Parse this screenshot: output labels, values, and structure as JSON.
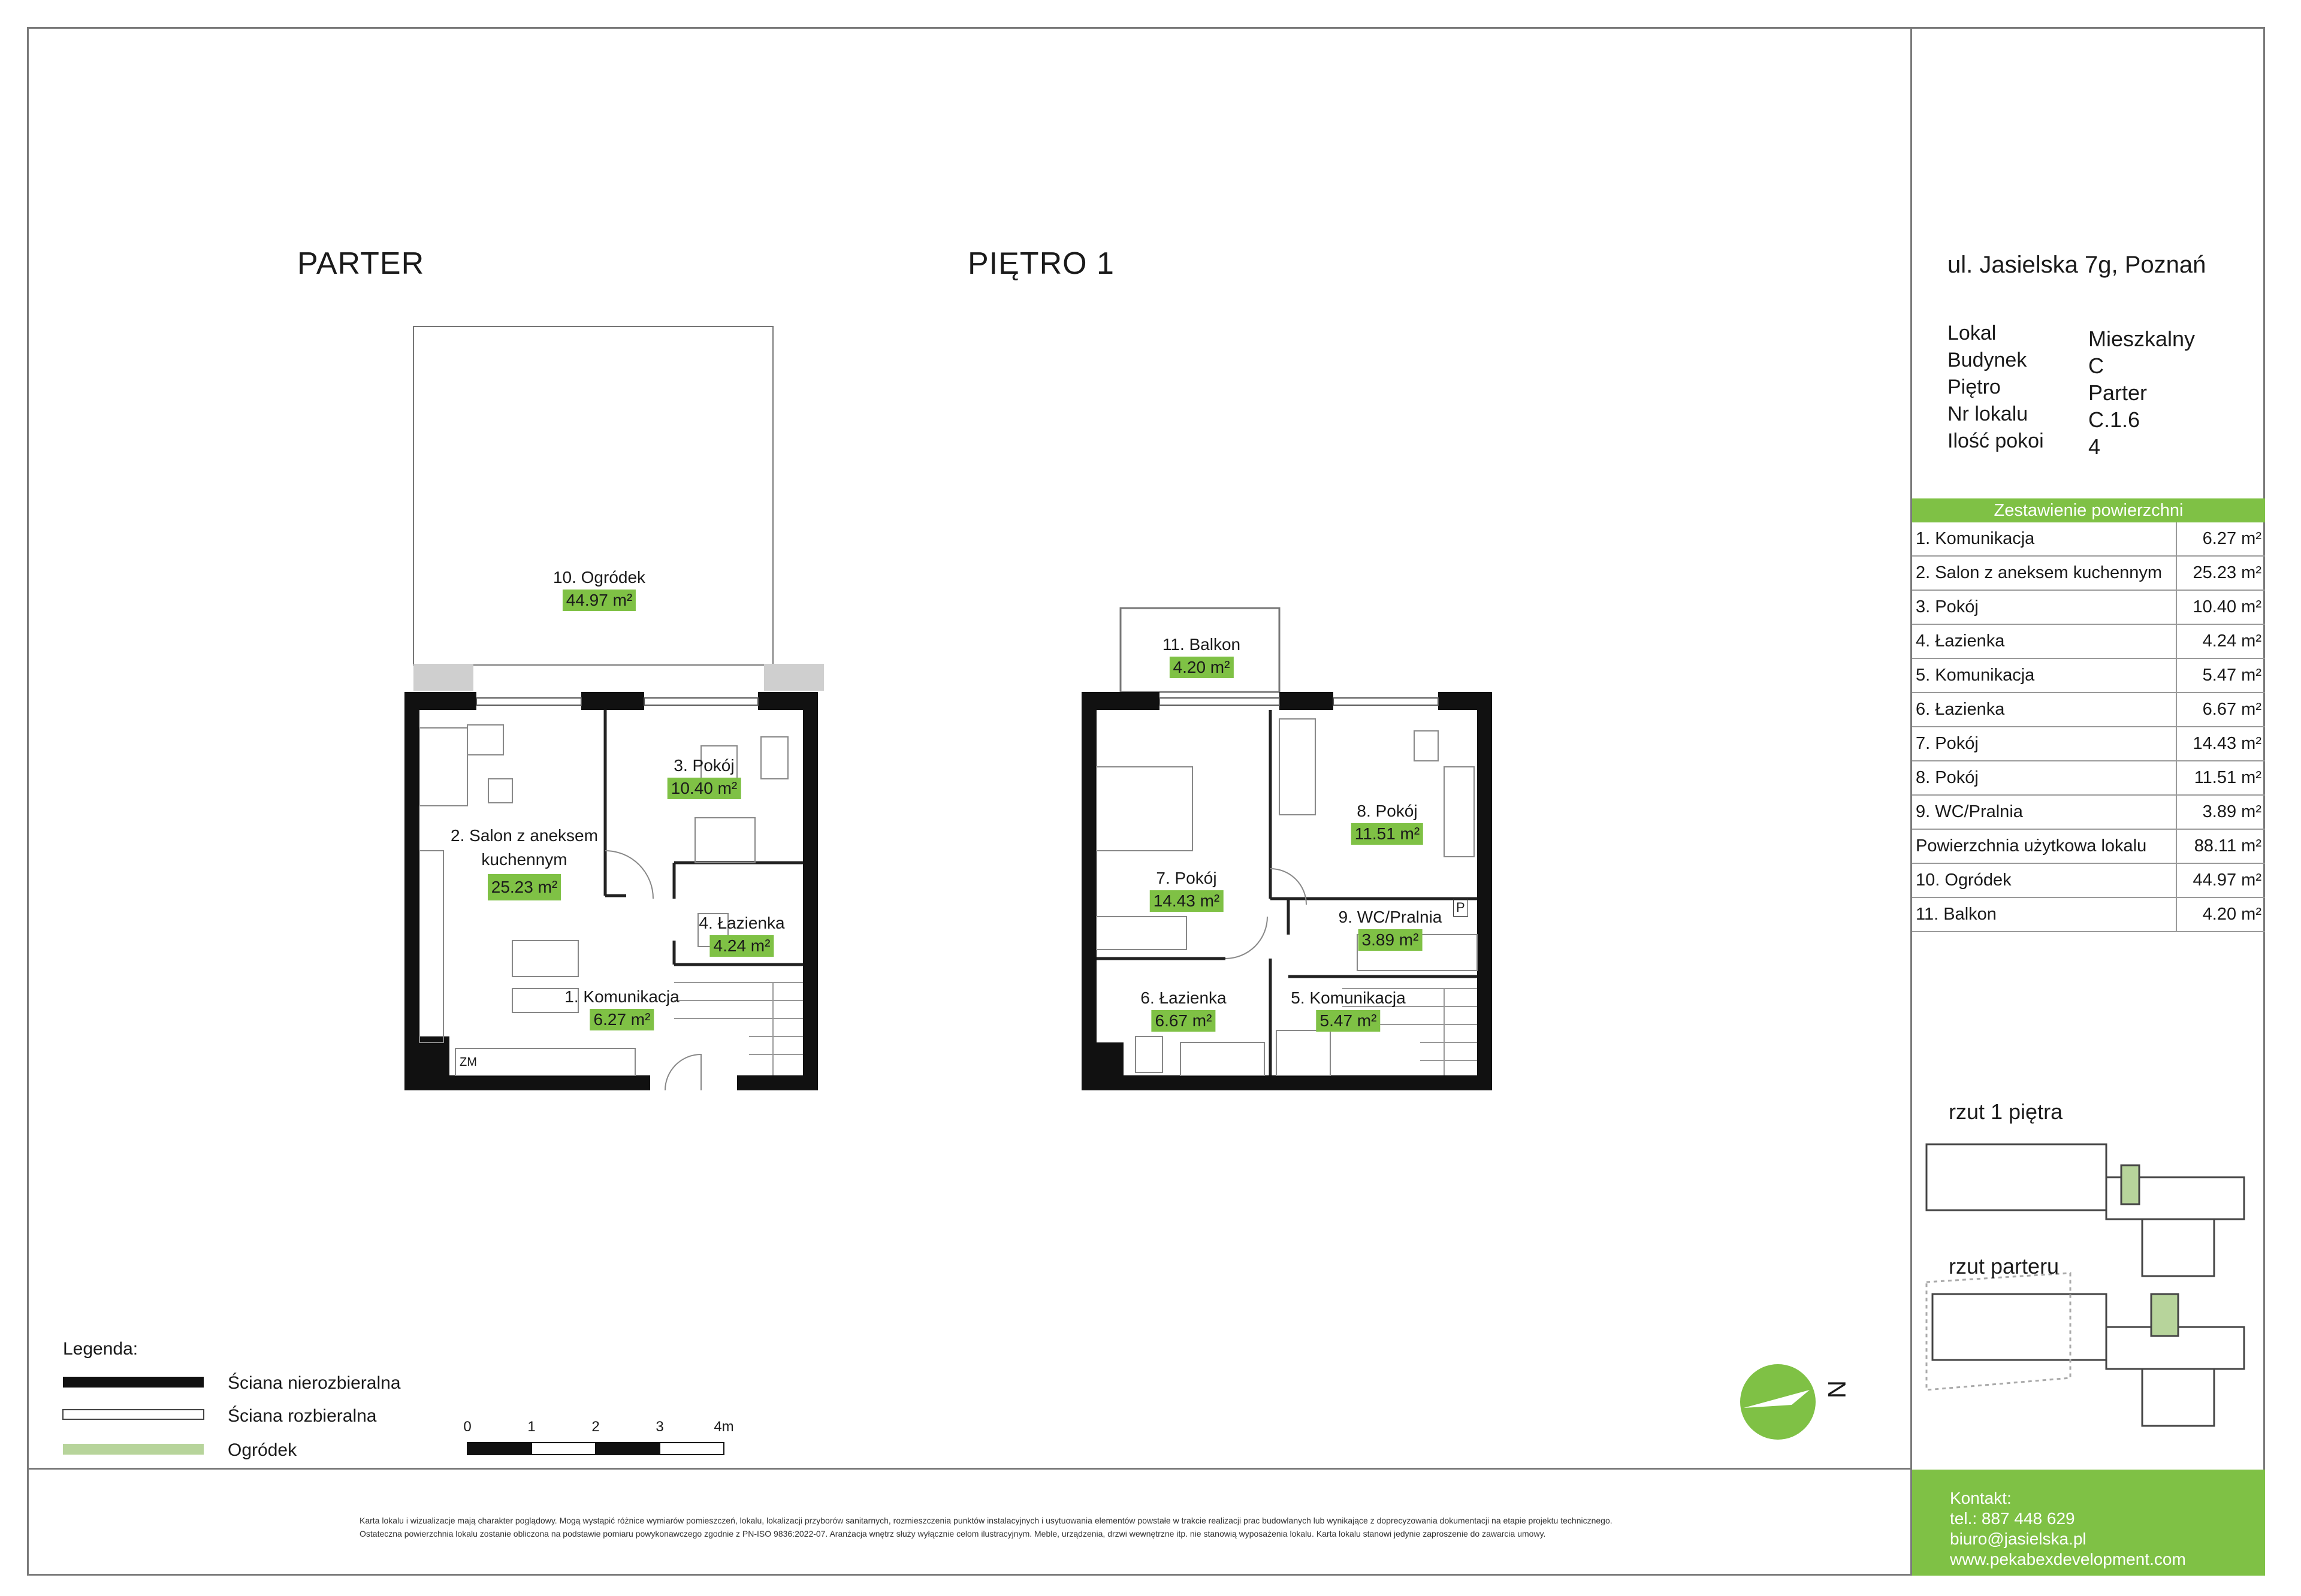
{
  "titles": {
    "parter": "PARTER",
    "pietro": "PIĘTRO 1"
  },
  "rooms_ground": [
    {
      "name": "10. Ogródek",
      "area": "44.97 m²"
    },
    {
      "name": "3. Pokój",
      "area": "10.40 m²"
    },
    {
      "name": "2. Salon z aneksem kuchennym",
      "area": "25.23 m²"
    },
    {
      "name": "4. Łazienka",
      "area": "4.24 m²"
    },
    {
      "name": "1. Komunikacja",
      "area": "6.27 m²"
    }
  ],
  "rooms_first": [
    {
      "name": "11. Balkon",
      "area": "4.20 m²"
    },
    {
      "name": "8. Pokój",
      "area": "11.51 m²"
    },
    {
      "name": "7. Pokój",
      "area": "14.43 m²"
    },
    {
      "name": "9. WC/Pralnia",
      "area": "3.89 m²"
    },
    {
      "name": "6. Łazienka",
      "area": "6.67 m²"
    },
    {
      "name": "5. Komunikacja",
      "area": "5.47 m²"
    }
  ],
  "plan_marks": {
    "zm": "ZM",
    "p": "P"
  },
  "panel": {
    "address": "ul. Jasielska 7g, Poznań",
    "info": [
      {
        "label": "Lokal",
        "value": "Mieszkalny"
      },
      {
        "label": "Budynek",
        "value": "C"
      },
      {
        "label": "Piętro",
        "value": "Parter"
      },
      {
        "label": "Nr lokalu",
        "value": "C.1.6"
      },
      {
        "label": "Ilość pokoi",
        "value": "4"
      }
    ],
    "table_title": "Zestawienie powierzchni",
    "table": [
      {
        "name": "1. Komunikacja",
        "area": "6.27 m²"
      },
      {
        "name": "2. Salon z aneksem kuchennym",
        "area": "25.23 m²"
      },
      {
        "name": "3. Pokój",
        "area": "10.40 m²"
      },
      {
        "name": "4. Łazienka",
        "area": "4.24 m²"
      },
      {
        "name": "5. Komunikacja",
        "area": "5.47 m²"
      },
      {
        "name": "6. Łazienka",
        "area": "6.67 m²"
      },
      {
        "name": "7. Pokój",
        "area": "14.43 m²"
      },
      {
        "name": "8. Pokój",
        "area": "11.51 m²"
      },
      {
        "name": "9. WC/Pralnia",
        "area": "3.89 m²"
      },
      {
        "name": "Powierzchnia użytkowa lokalu",
        "area": "88.11 m²"
      },
      {
        "name": "10. Ogródek",
        "area": "44.97 m²"
      },
      {
        "name": "11. Balkon",
        "area": "4.20 m²"
      }
    ],
    "mini_first": "rzut 1 piętra",
    "mini_ground": "rzut parteru"
  },
  "legend": {
    "title": "Legenda:",
    "items": [
      "Ściana nierozbieralna",
      "Ściana rozbieralna",
      "Ogródek"
    ]
  },
  "scale": {
    "ticks": [
      "0",
      "1",
      "2",
      "3",
      "4m"
    ]
  },
  "compass": {
    "letter": "N"
  },
  "disclaimer": [
    "Karta lokalu i wizualizacje mają charakter poglądowy. Mogą wystąpić różnice wymiarów pomieszczeń, lokalu, lokalizacji przyborów sanitarnych, rozmieszczenia punktów instalacyjnych i usytuowania elementów powstałe w trakcie realizacji prac budowlanych lub wynikające z doprecyzowania dokumentacji na etapie projektu technicznego.",
    "Ostateczna powierzchnia lokalu zostanie obliczona na podstawie pomiaru powykonawczego zgodnie z PN-ISO 9836:2022-07. Aranżacja wnętrz służy wyłącznie celom ilustracyjnym. Meble, urządzenia, drzwi wewnętrzne itp. nie stanowią wyposażenia lokalu. Karta lokalu stanowi jedynie zaproszenie do zawarcia umowy."
  ],
  "contact": {
    "title": "Kontakt:",
    "phone": "tel.:  887 448 629",
    "email": "biuro@jasielska.pl",
    "web": "www.pekabexdevelopment.com"
  },
  "colors": {
    "accent": "#7fc145",
    "wall": "#111111",
    "border": "#7a7a7a"
  }
}
